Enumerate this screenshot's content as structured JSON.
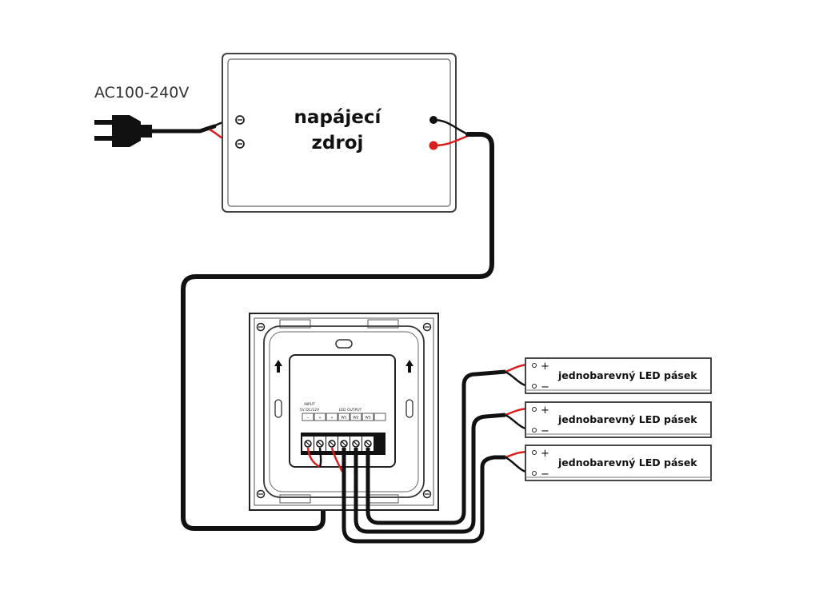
{
  "source_label": "AC100-240V",
  "power_supply": {
    "line1": "napájecí",
    "line2": "zdroj"
  },
  "controller": {
    "input_label": "INPUT",
    "input_voltage": "5V DC/12V",
    "output_label": "LED OUTPUT",
    "terminals": [
      "−",
      "+",
      "+",
      "W1",
      "W2",
      "W3"
    ]
  },
  "strips": [
    {
      "label": "jednobarevný LED pásek",
      "plus": "+",
      "minus": "−"
    },
    {
      "label": "jednobarevný LED pásek",
      "plus": "+",
      "minus": "−"
    },
    {
      "label": "jednobarevný LED pásek",
      "plus": "+",
      "minus": "−"
    }
  ],
  "colors": {
    "wire": "#111111",
    "positive": "#d81e1e",
    "outline": "#333333"
  }
}
